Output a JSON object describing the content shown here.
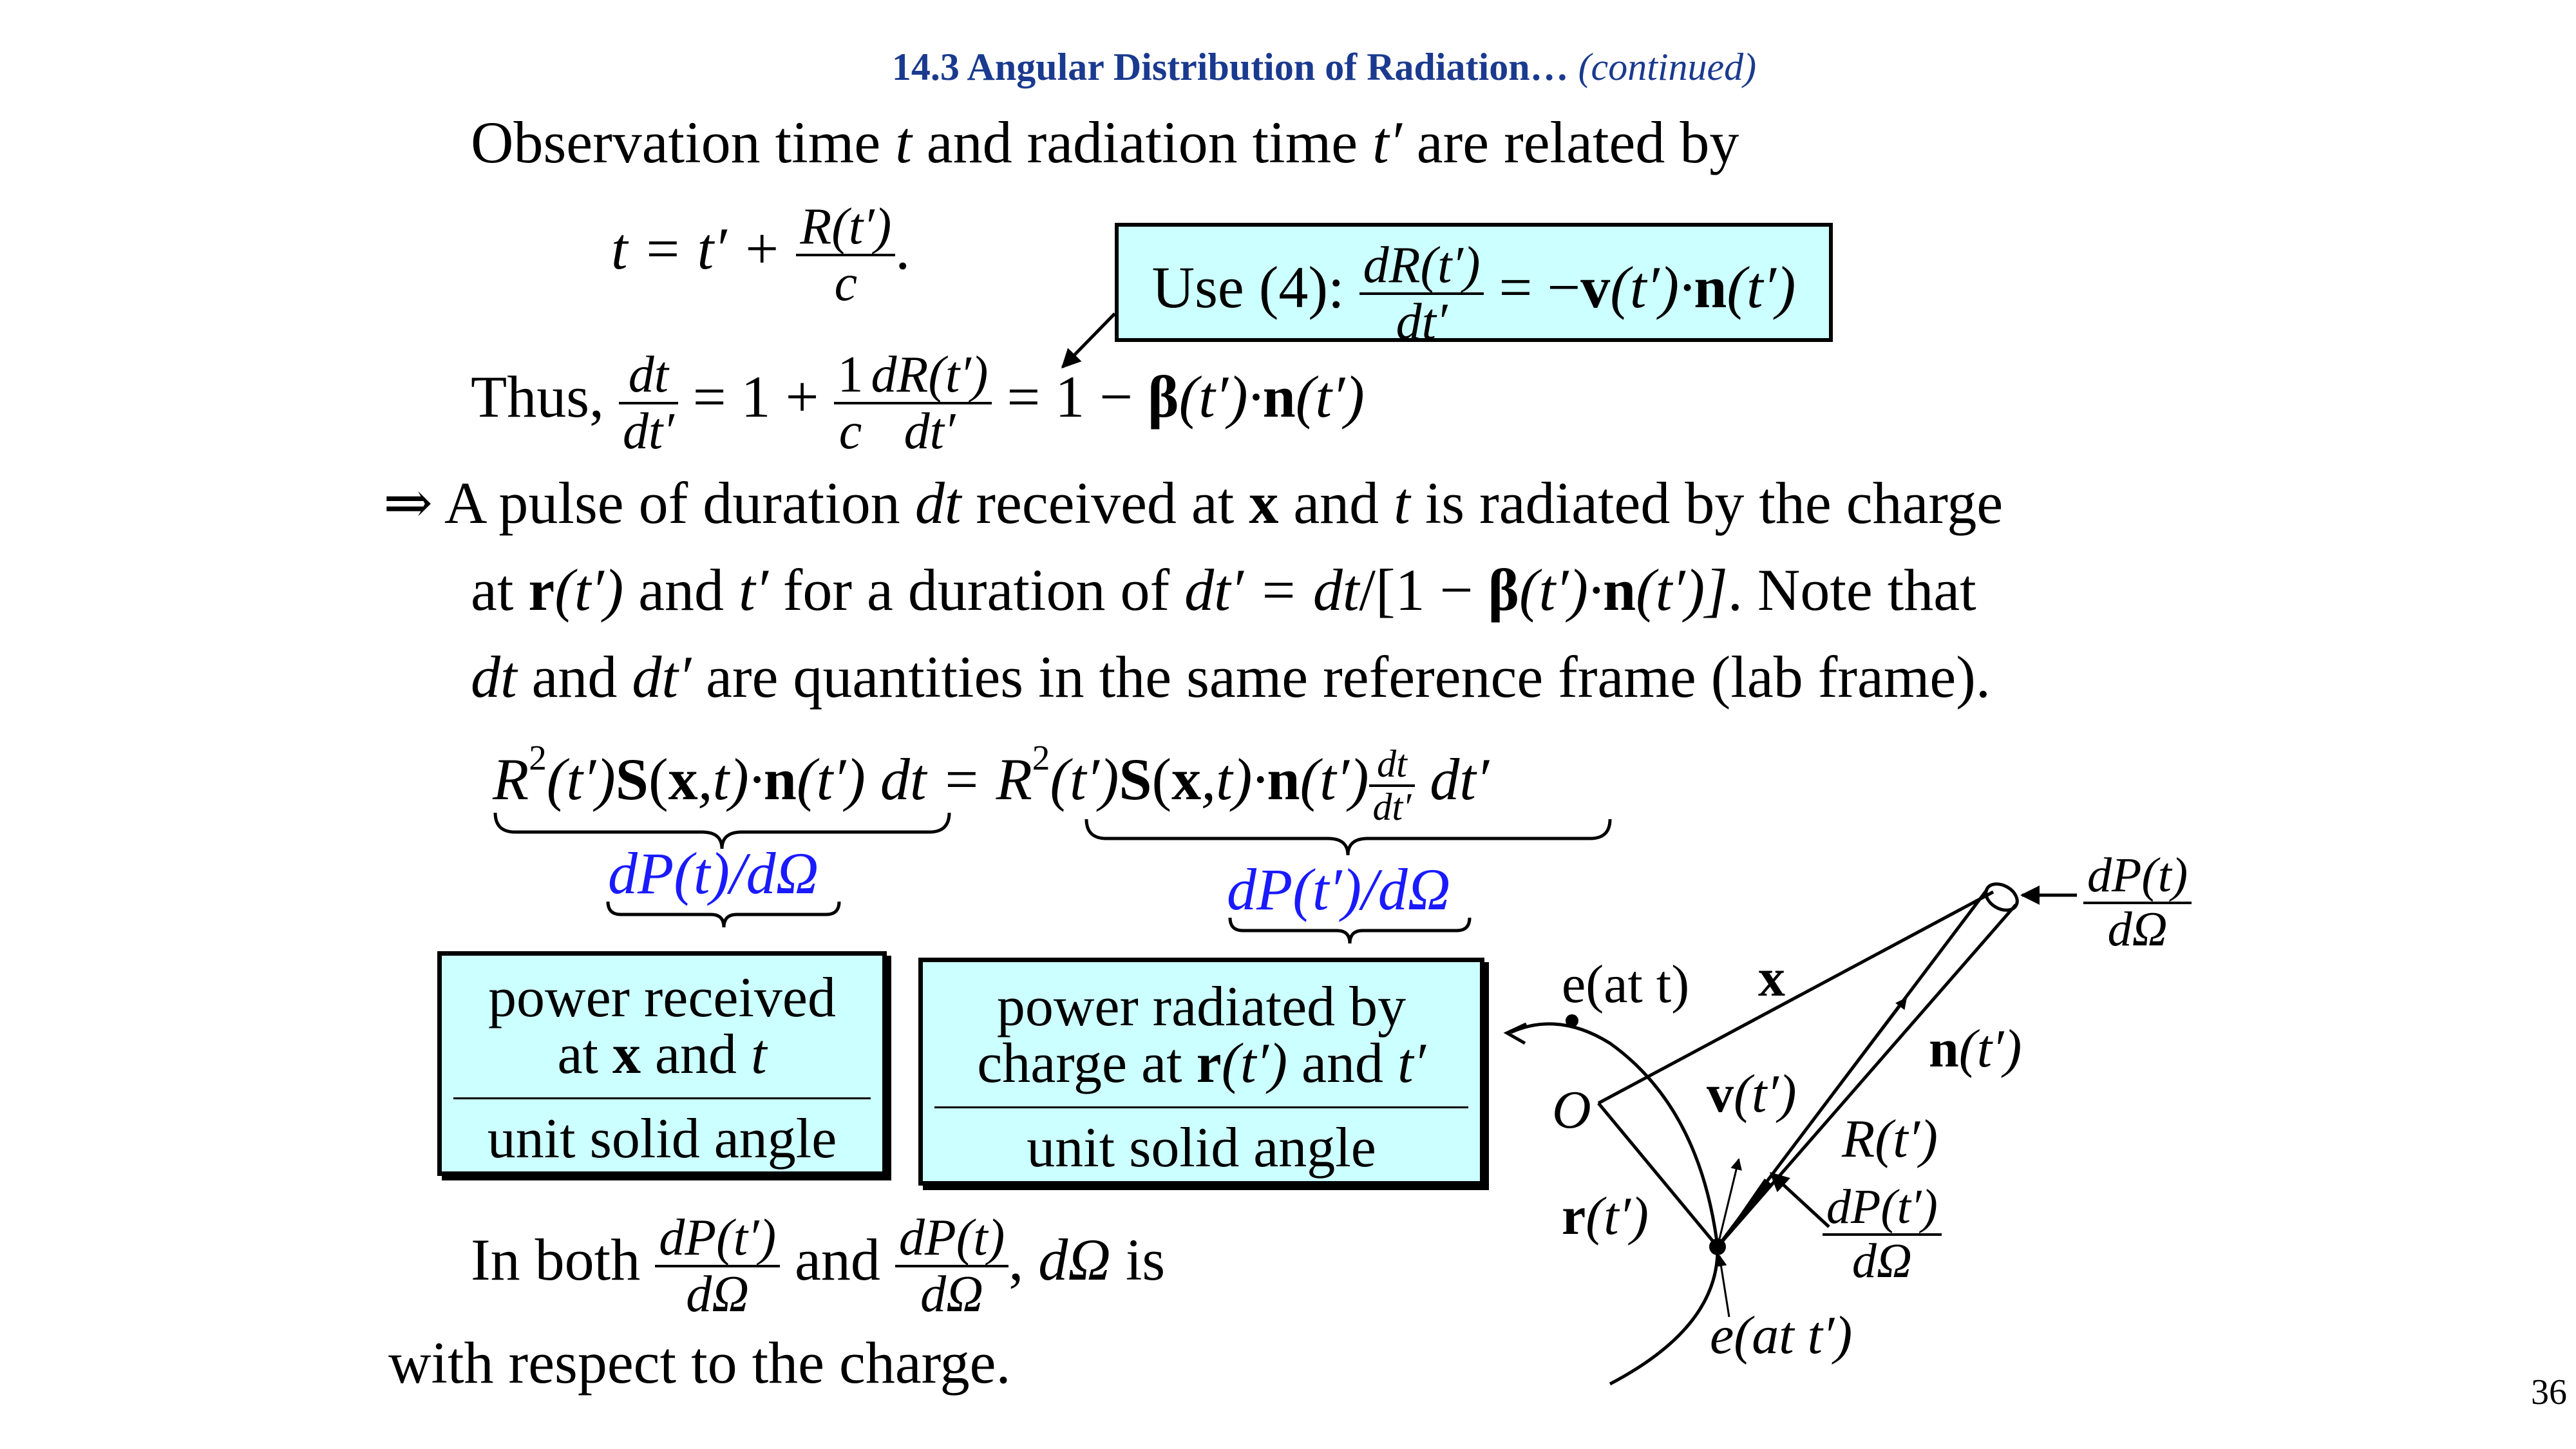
{
  "header": {
    "title": "14.3 Angular Distribution of Radiation…",
    "continued": "(continued)"
  },
  "line1": {
    "a": "Observation time ",
    "t": "t",
    "b": " and radiation time ",
    "tp": "t′",
    "c": " are related by"
  },
  "eq1": {
    "lhs": "t = t′ + ",
    "num": "R(t′)",
    "den": "c",
    "end": "."
  },
  "use_box": {
    "label": "Use (4): ",
    "num": "dR(t′)",
    "den": "dt′",
    "eq": " = −",
    "v": "v",
    "tp1": "(t′)·",
    "n": "n",
    "tp2": "(t′)"
  },
  "thus": {
    "label": "Thus, ",
    "f1n": "dt",
    "f1d": "dt′",
    "mid": " = 1 + ",
    "f2n": "1",
    "f2d": "c",
    "f3n": "dR(t′)",
    "f3d": "dt′",
    "eq": " = 1 − ",
    "beta": "β",
    "tp1": "(t′)·",
    "n": "n",
    "tp2": "(t′)"
  },
  "para1": {
    "arrow": "⇒",
    "a": " A pulse of duration ",
    "dt": "dt",
    "b": " received at ",
    "x": "x",
    "c": " and ",
    "t": "t",
    "d": " is radiated by the charge"
  },
  "para2": {
    "a": "at ",
    "r": "r",
    "tp": "(t′)",
    "b": " and ",
    "tp2": "t′",
    "c": " for a duration of ",
    "d": "dt′ = dt",
    "e": "/[1 − ",
    "beta": "β",
    "tp3": "(t′)·",
    "n": "n",
    "tp4": "(t′)]",
    "f": ". Note that"
  },
  "para3": {
    "dt": "dt",
    "a": " and ",
    "dtp": "dt′",
    "b": " are quantities in the same reference frame (lab frame)."
  },
  "eq2": {
    "R": "R",
    "sq": "2",
    "tp": "(t′)",
    "S": "S",
    "open": "(",
    "x": "x",
    "ct": ",t)·",
    "n": "n",
    "tp2": "(t′)",
    "dt": " dt = ",
    "R2": "R",
    "sq2": "2",
    "tp3": "(t′)",
    "S2": "S",
    "open2": "(",
    "x2": "x",
    "ct2": ",t)·",
    "n2": "n",
    "tp4": "(t′)",
    "fn": "dt",
    "fd": "dt′",
    "dtp": " dt′"
  },
  "labels": {
    "left": "dP(t)/dΩ",
    "right": "dP(t′)/dΩ"
  },
  "box_received": {
    "l1": "power received",
    "l2a": "at ",
    "l2x": "x",
    "l2b": " and ",
    "l2t": "t",
    "den": "unit solid angle"
  },
  "box_radiated": {
    "l1": "power radiated by",
    "l2a": "charge at ",
    "l2r": "r",
    "l2tp": "(t′)",
    "l2b": " and ",
    "l2t": "t′",
    "den": "unit solid angle"
  },
  "inboth": {
    "a": "In both ",
    "f1n": "dP(t′)",
    "f1d": "dΩ",
    "b": " and ",
    "f2n": "dP(t)",
    "f2d": "dΩ",
    "c": ", ",
    "d": "dΩ",
    "e": " is",
    "line2": "with respect to the charge."
  },
  "diagram": {
    "e_at_t": "e(at t)",
    "x": "x",
    "O": "O",
    "v": "v",
    "v_tp": "(t′)",
    "n": "n",
    "n_tp": "(t′)",
    "R": "R(t′)",
    "r": "r",
    "r_tp": "(t′)",
    "e_at_tp": "e(at t′)",
    "dPt_num": "dP(t)",
    "dPt_den": "dΩ",
    "dPtp_num": "dP(t′)",
    "dPtp_den": "dΩ"
  },
  "page_number": "36",
  "colors": {
    "title": "#1a3a8f",
    "box_bg": "#ccffff",
    "label_blue": "#1a1aff"
  }
}
